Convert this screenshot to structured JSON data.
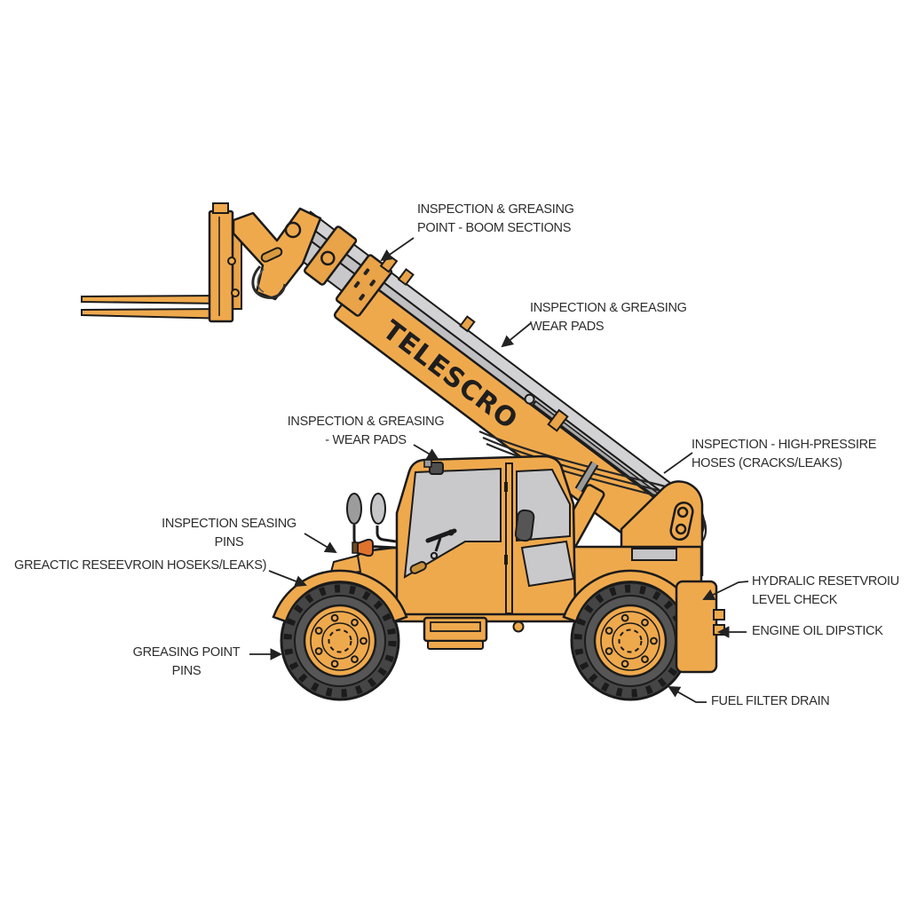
{
  "machine": {
    "boom_logo": "TELESCRO"
  },
  "labels": {
    "boom_sections": {
      "line1": "INSPECTION & GREASING",
      "line2": "POINT - BOOM SECTIONS"
    },
    "wear_pads_upper": {
      "line1": "INSPECTION & GREASING",
      "line2": "WEAR PADS"
    },
    "wear_pads_mid": {
      "line1": "INSPECTION & GREASING",
      "line2": "- WEAR PADS"
    },
    "seasing_pins": {
      "line1": "INSPECTION SEASING",
      "line2": "PINS"
    },
    "reservoir_hoses": {
      "line1": "GREACTIC RESEEVROIN HOSEKS/LEAKS)"
    },
    "greasing_point_pins": {
      "line1": "GREASING POINT",
      "line2": "PINS"
    },
    "high_pressure_hoses": {
      "line1": "INSPECTION - HIGH-PRESSIRE",
      "line2": "HOSES (CRACKS/LEAKS)"
    },
    "hydraulic_level": {
      "line1": "HYDRALIC RESETVROIU",
      "line2": "LEVEL CHECK"
    },
    "engine_oil_dipstick": {
      "line1": "ENGINE OIL DIPSTICK"
    },
    "fuel_filter_drain": {
      "line1": "FUEL FILTER DRAIN"
    }
  },
  "colors": {
    "body_orange": "#EFA94D",
    "collar_orange": "#E9A348",
    "outline_dark": "#1B1B1B",
    "glass_gray": "#C9C9CB",
    "boom_gray_light": "#D2D2D4",
    "boom_gray_mid": "#C0C0C2",
    "tire_dark": "#454545",
    "tire_mid": "#565656",
    "mirror_gray": "#9C9C9C",
    "lamp_orange": "#E0722E",
    "label_text": "#2D2D2D",
    "leader_line": "#222222",
    "brand_text": "#1E1E1E",
    "background": "#FFFFFF"
  }
}
